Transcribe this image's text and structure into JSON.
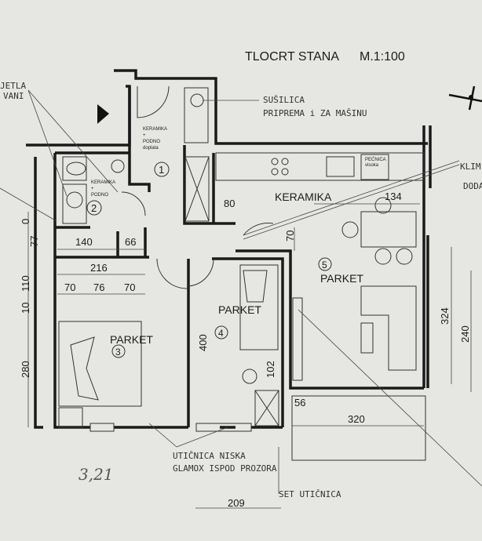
{
  "title": "TLOCRT STANA",
  "scale": "M.1:100",
  "annotations": {
    "susilica": "SUŠILICA",
    "priprema": "PRIPREMA i ZA MAŠINU",
    "klima": "KLIM",
    "dodatno": "DODA",
    "svjetla": "JETLA",
    "vani": "VANI",
    "uticnica_niska": "UTIČNICA NISKA",
    "glamox": "GLAMOX ISPOD PROZORA",
    "set_uticnica": "SET UTIČNICA",
    "handwritten": "3,21",
    "pecnica": "PEĆNICA",
    "pecnica_sub": "visoka"
  },
  "rooms": {
    "hall": {
      "number": "1",
      "floor": "KERAMIKA",
      "plus": "+",
      "extra": "PODNO",
      "note": "doplata"
    },
    "bathroom": {
      "number": "2",
      "floor": "KERAMIKA",
      "plus": "+",
      "extra": "PODNO"
    },
    "bedroom": {
      "number": "3",
      "floor": "PARKET"
    },
    "room4": {
      "number": "4",
      "floor": "PARKET"
    },
    "living": {
      "number": "5",
      "floor": "PARKET"
    },
    "kitchen": {
      "floor": "KERAMIKA"
    }
  },
  "dimensions": {
    "d134": "134",
    "d80": "80",
    "d70v": "70",
    "d400": "400",
    "d102": "102",
    "d216": "216",
    "d70a": "70",
    "d76": "76",
    "d70b": "70",
    "d140": "140",
    "d66": "66",
    "d77": "77",
    "d0": "0",
    "d110": "110",
    "d10": "10",
    "d280": "280",
    "d324": "324",
    "d240": "240",
    "d56": "56",
    "d320": "320",
    "d209": "209"
  },
  "colors": {
    "paper": "#e6e6e2",
    "ink": "#1a1a1a"
  }
}
